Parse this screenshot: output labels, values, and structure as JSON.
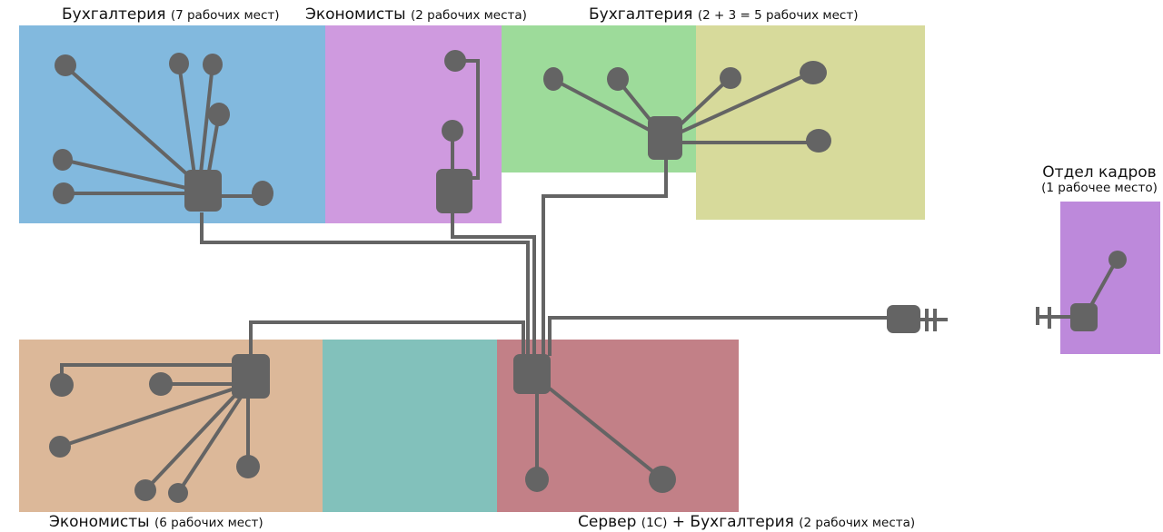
{
  "colors": {
    "wire": "#646464",
    "node": "#646464",
    "zone_accounting_7": "#82b9de",
    "zone_economists_2": "#cf9adf",
    "zone_accounting_2": "#9ddb9a",
    "zone_accounting_3": "#d7da9b",
    "zone_economists_6": "#dcb899",
    "zone_teal": "#82c1bb",
    "zone_server": "#c28087",
    "zone_hr": "#bd89db"
  },
  "zones": [
    {
      "id": "accounting-7",
      "title": "Бухгалтерия",
      "detail": "(7 рабочих мест)",
      "workstations": 7
    },
    {
      "id": "economists-2",
      "title": "Экономисты",
      "detail": "(2 рабочих места)",
      "workstations": 2
    },
    {
      "id": "accounting-5",
      "title": "Бухгалтерия",
      "detail": "(2 + 3 = 5 рабочих мест)",
      "workstations": 5
    },
    {
      "id": "hr",
      "title": "Отдел кадров",
      "detail": "(1 рабочее место)",
      "workstations": 1
    },
    {
      "id": "economists-6",
      "title": "Экономисты",
      "detail": "(6 рабочих мест)",
      "workstations": 6
    },
    {
      "id": "server",
      "title_a": "Сервер",
      "title_a_detail": "(1С)",
      "title_b": "+ Бухгалтерия",
      "detail": "(2 рабочих места)",
      "workstations": 2
    }
  ]
}
